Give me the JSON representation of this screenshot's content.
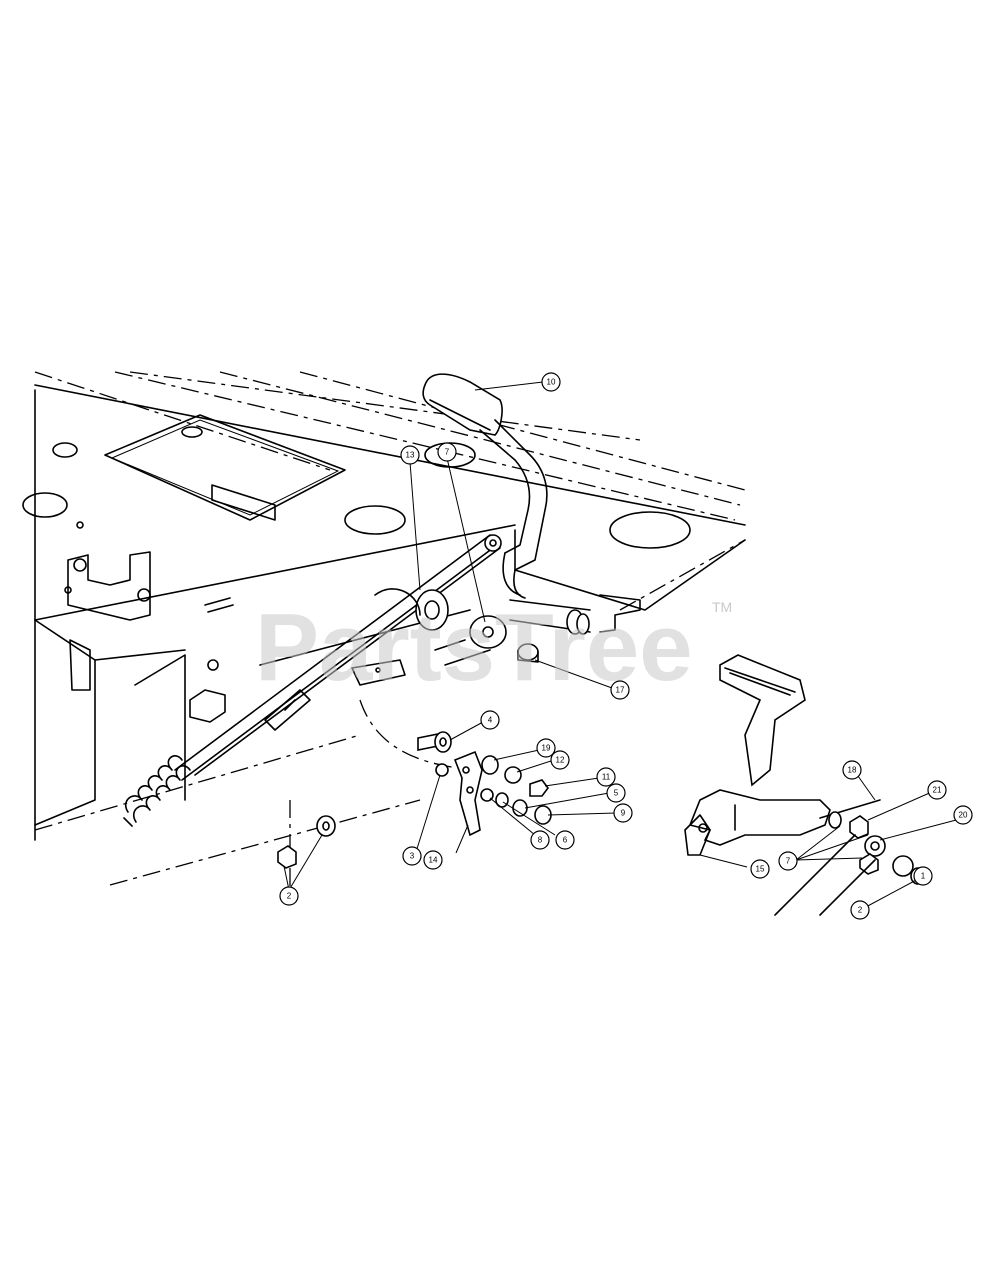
{
  "watermark": {
    "text": "PartsTree",
    "trademark": "TM"
  },
  "callouts": [
    {
      "id": "c10",
      "label": "10"
    },
    {
      "id": "c13",
      "label": "13"
    },
    {
      "id": "c7a",
      "label": "7"
    },
    {
      "id": "c17",
      "label": "17"
    },
    {
      "id": "c4",
      "label": "4"
    },
    {
      "id": "c19",
      "label": "19"
    },
    {
      "id": "c12",
      "label": "12"
    },
    {
      "id": "c11",
      "label": "11"
    },
    {
      "id": "c5",
      "label": "5"
    },
    {
      "id": "c9",
      "label": "9"
    },
    {
      "id": "c6",
      "label": "6"
    },
    {
      "id": "c8",
      "label": "8"
    },
    {
      "id": "c3",
      "label": "3"
    },
    {
      "id": "c14",
      "label": "14"
    },
    {
      "id": "c2a",
      "label": "2"
    },
    {
      "id": "c18",
      "label": "18"
    },
    {
      "id": "c21",
      "label": "21"
    },
    {
      "id": "c20",
      "label": "20"
    },
    {
      "id": "c7b",
      "label": "7"
    },
    {
      "id": "c15",
      "label": "15"
    },
    {
      "id": "c1",
      "label": "1"
    },
    {
      "id": "c2b",
      "label": "2"
    }
  ]
}
